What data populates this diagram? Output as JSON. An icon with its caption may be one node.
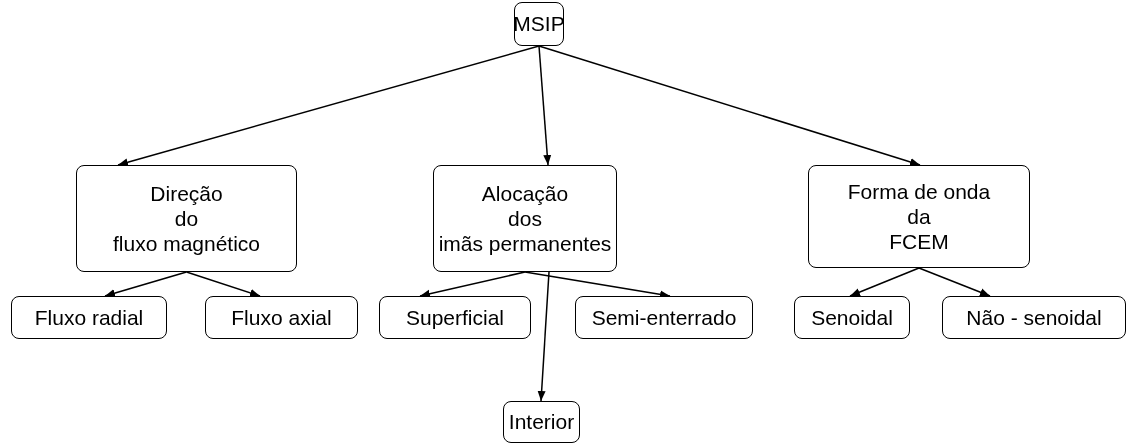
{
  "diagram": {
    "nodes": [
      {
        "text": [
          "MSIP"
        ]
      },
      {
        "text": [
          "Direção do fluxo magnético"
        ]
      },
      {
        "text": [
          "Alocação dos imãs permanentes"
        ]
      },
      {
        "text": [
          "Forma de onda da FCEM"
        ]
      },
      {
        "text": [
          "Fluxo radial"
        ]
      },
      {
        "text": [
          "Fluxo axial"
        ]
      },
      {
        "text": [
          "Superficial"
        ]
      },
      {
        "text": [
          "Semi-enterrado"
        ]
      },
      {
        "text": [
          "Interior"
        ]
      },
      {
        "text": [
          "Senoidal"
        ]
      },
      {
        "text": [
          "Não - senoidal"
        ]
      }
    ],
    "edges": [
      {
        "from": 0,
        "to": 1,
        "arrow": "to"
      },
      {
        "from": 0,
        "to": 2,
        "arrow": "to"
      },
      {
        "from": 0,
        "to": 3,
        "arrow": "to"
      },
      {
        "from": 1,
        "to": 4,
        "arrow": "to"
      },
      {
        "from": 1,
        "to": 5,
        "arrow": "to"
      },
      {
        "from": 2,
        "to": 6,
        "arrow": "to"
      },
      {
        "from": 2,
        "to": 7,
        "arrow": "to"
      },
      {
        "from": 2,
        "to": 8,
        "arrow": "to"
      },
      {
        "from": 3,
        "to": 9,
        "arrow": "to"
      },
      {
        "from": 3,
        "to": 10,
        "arrow": "to"
      }
    ]
  }
}
